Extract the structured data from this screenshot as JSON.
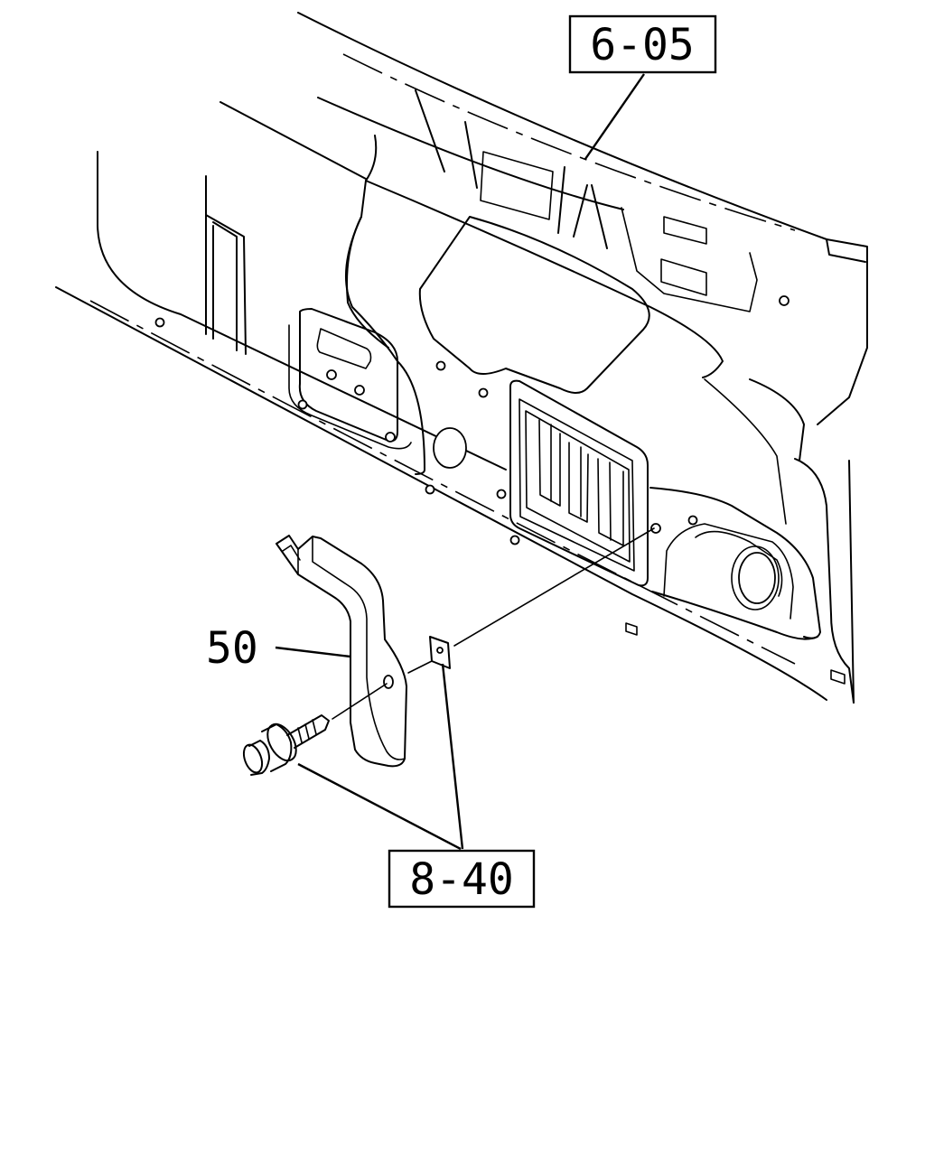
{
  "callouts": {
    "top_ref": "6-05",
    "bottom_ref": "8-40",
    "part_number": "50"
  }
}
